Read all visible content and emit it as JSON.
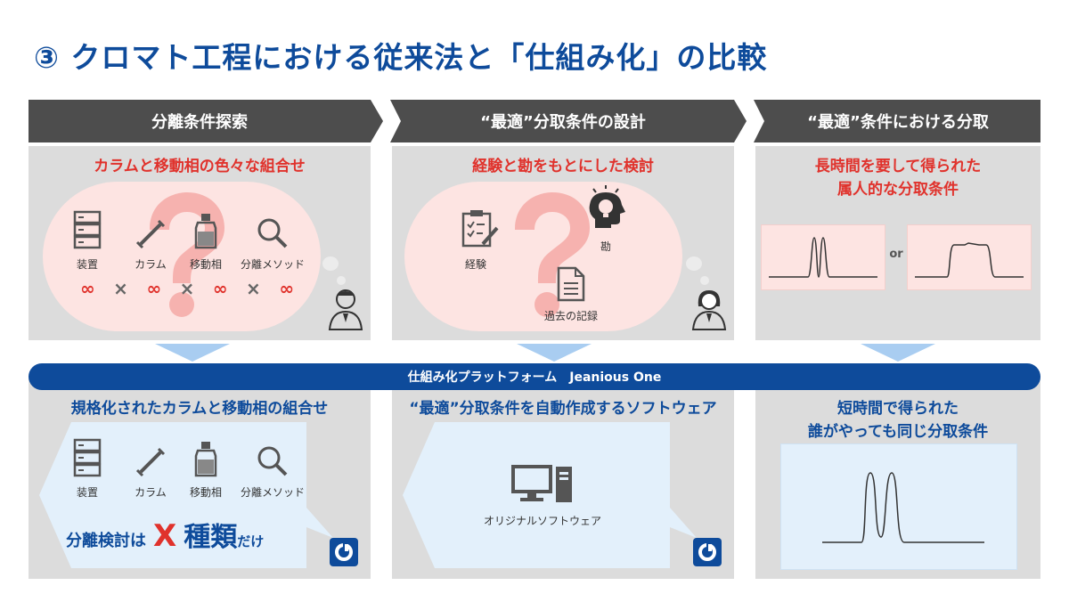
{
  "title": "③ クロマト工程における従来法と「仕組み化」の比較",
  "headers": [
    "分離条件探索",
    "“最適”分取条件の設計",
    "“最適”条件における分取"
  ],
  "top": {
    "col1": {
      "heading": "カラムと移動相の色々な組合せ",
      "items": [
        "装置",
        "カラム",
        "移動相",
        "分離メソッド"
      ],
      "infinity": "∞",
      "times": "×"
    },
    "col2": {
      "heading": "経験と勘をもとにした検討",
      "items": [
        "経験",
        "勘",
        "過去の記録"
      ]
    },
    "col3": {
      "heading_line1": "長時間を要して得られた",
      "heading_line2": "属人的な分取条件",
      "or": "or"
    }
  },
  "platform": "仕組み化プラットフォーム　Jeanious One",
  "bottom": {
    "col1": {
      "heading": "規格化されたカラムと移動相の組合せ",
      "items": [
        "装置",
        "カラム",
        "移動相",
        "分離メソッド"
      ],
      "phrase_prefix": "分離検討は",
      "phrase_x": "X",
      "phrase_kind": "種類",
      "phrase_suffix": "だけ"
    },
    "col2": {
      "heading": "“最適”分取条件を自動作成するソフトウェア",
      "software_label": "オリジナルソフトウェア"
    },
    "col3": {
      "heading_line1": "短時間で得られた",
      "heading_line2": "誰がやっても同じ分取条件"
    }
  },
  "colors": {
    "brand_blue": "#0e4b9b",
    "header_gray": "#4d4d4d",
    "accent_red": "#e0322c",
    "bubble_pink": "#fde4e2",
    "bubble_blue": "#e3f0fb"
  }
}
